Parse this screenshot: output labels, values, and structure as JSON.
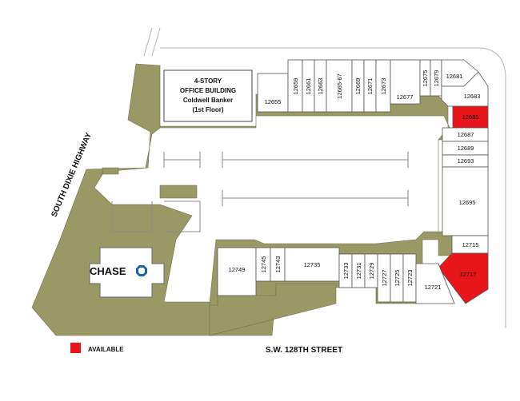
{
  "office_building": {
    "line1": "4-STORY",
    "line2": "OFFICE BUILDING",
    "line3": "Coldwell Banker",
    "line4": "(1st Floor)"
  },
  "roads": {
    "highway": "SOUTH DIXIE HIGHWAY",
    "street": "S.W. 128TH STREET"
  },
  "bank": {
    "name": "CHASE"
  },
  "legend": {
    "label": "AVAILABLE",
    "color": "#e8161b"
  },
  "units": {
    "u12655": {
      "label": "12655",
      "available": false
    },
    "u12659": {
      "label": "12659",
      "available": false
    },
    "u12661": {
      "label": "12661",
      "available": false
    },
    "u12663": {
      "label": "12663",
      "available": false
    },
    "u12665_67": {
      "label": "12665-67",
      "available": false
    },
    "u12669": {
      "label": "12669",
      "available": false
    },
    "u12671": {
      "label": "12671",
      "available": false
    },
    "u12673": {
      "label": "12673",
      "available": false
    },
    "u12677": {
      "label": "12677",
      "available": false
    },
    "u12675": {
      "label": "12675",
      "available": false
    },
    "u12679": {
      "label": "12679",
      "available": false
    },
    "u12681": {
      "label": "12681",
      "available": false
    },
    "u12683": {
      "label": "12683",
      "available": false
    },
    "u12685": {
      "label": "12685",
      "available": true
    },
    "u12687": {
      "label": "12687",
      "available": false
    },
    "u12689": {
      "label": "12689",
      "available": false
    },
    "u12693": {
      "label": "12693",
      "available": false
    },
    "u12695": {
      "label": "12695",
      "available": false
    },
    "u12715": {
      "label": "12715",
      "available": false
    },
    "u12717": {
      "label": "12717",
      "available": true
    },
    "u12721": {
      "label": "12721",
      "available": false
    },
    "u12723": {
      "label": "12723",
      "available": false
    },
    "u12725": {
      "label": "12725",
      "available": false
    },
    "u12727": {
      "label": "12727",
      "available": false
    },
    "u12729": {
      "label": "12729",
      "available": false
    },
    "u12731": {
      "label": "12731",
      "available": false
    },
    "u12733": {
      "label": "12733",
      "available": false
    },
    "u12735": {
      "label": "12735",
      "available": false
    },
    "u12743": {
      "label": "12743",
      "available": false
    },
    "u12745": {
      "label": "12745",
      "available": false
    },
    "u12749": {
      "label": "12749",
      "available": false
    }
  }
}
